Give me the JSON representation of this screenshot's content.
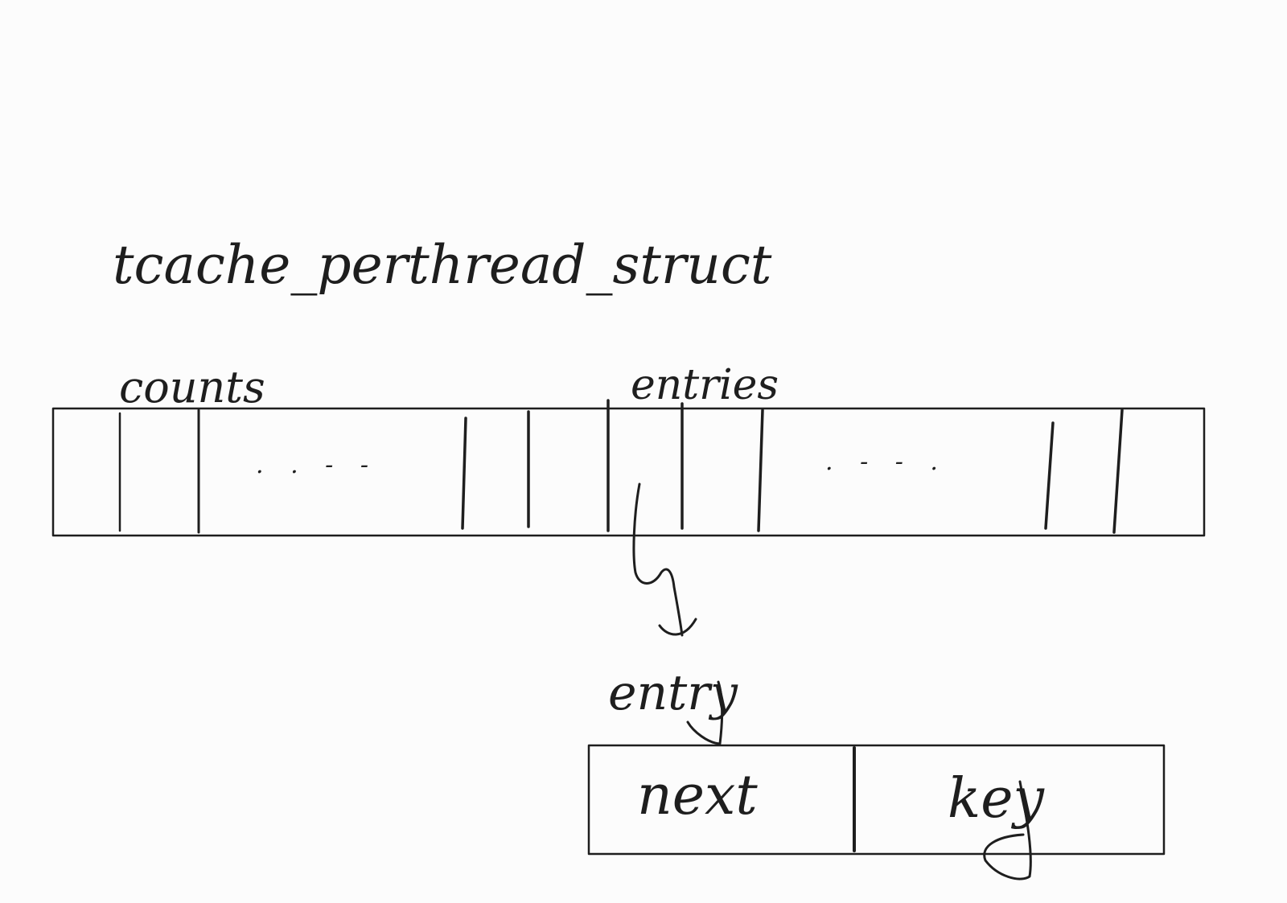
{
  "diagram": {
    "title": "tcache_perthread_struct",
    "struct_fields": {
      "counts_label": "counts",
      "entries_label": "entries",
      "ellipsis_left": ". . - -",
      "ellipsis_right": ". - - ."
    },
    "entry": {
      "label": "entry",
      "fields": {
        "next": "next",
        "key": "key"
      }
    }
  }
}
